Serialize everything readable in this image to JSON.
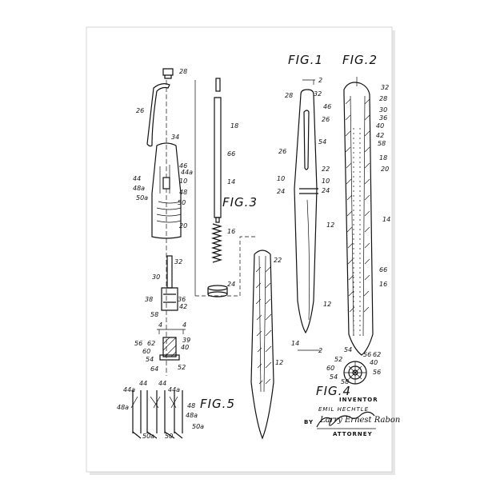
{
  "figures": {
    "fig1": "FIG.1",
    "fig2": "FIG.2",
    "fig3": "FIG.3",
    "fig4": "FIG.4",
    "fig5": "FIG.5"
  },
  "section_marks": {
    "two": "2",
    "four": "4"
  },
  "inventor": {
    "heading": "INVENTOR",
    "name": "EMIL HECHTLE",
    "by": "BY",
    "signature": "Larry Ernest Rabon",
    "attorney": "ATTORNEY"
  },
  "refs": {
    "r28": "28",
    "r26": "26",
    "r34": "34",
    "r46": "46",
    "r44": "44",
    "r44a": "44a",
    "r10": "10",
    "r48": "48",
    "r48a": "48a",
    "r50": "50",
    "r50a": "50a",
    "r20": "20",
    "r32": "32",
    "r30": "30",
    "r36": "36",
    "r38": "38",
    "r42": "42",
    "r58": "58",
    "r56": "56",
    "r62": "62",
    "r39": "39",
    "r40": "40",
    "r60": "60",
    "r54": "54",
    "r64": "64",
    "r52": "52",
    "r18": "18",
    "r66": "66",
    "r14": "14",
    "r16": "16",
    "r24": "24",
    "r22": "22",
    "r12": "12"
  }
}
